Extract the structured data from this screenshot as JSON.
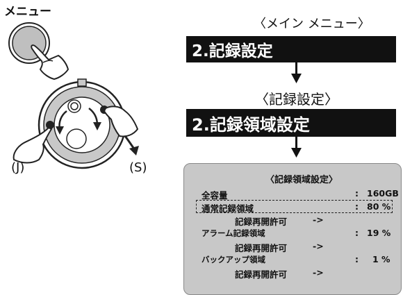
{
  "left": {
    "menu_label": "メニュー",
    "label_j": "(J)",
    "label_s": "(S)"
  },
  "flow": {
    "main_menu_title": "〈メイン メニュー〉",
    "main_menu_item": "2.記録設定",
    "rec_settings_title": "〈記録設定〉",
    "rec_settings_item": "2.記録領域設定"
  },
  "screen": {
    "title": "〈記録領域設定〉",
    "rows": [
      {
        "label": "全容量",
        "colon": ":",
        "value": "160GB"
      },
      {
        "label": "通常記録領域",
        "colon": ":",
        "value": "80 %"
      },
      {
        "label": "記録再開許可",
        "arrow": "->"
      },
      {
        "label": "アラーム記録領域",
        "colon": ":",
        "value": "19 %"
      },
      {
        "label": "記録再開許可",
        "arrow": "->"
      },
      {
        "label": "バックアップ領域",
        "colon": ":",
        "value": "1 %"
      },
      {
        "label": "記録再開許可",
        "arrow": "->"
      }
    ]
  },
  "colors": {
    "bar_bg": "#111111",
    "panel_bg": "#c8c8c8"
  }
}
